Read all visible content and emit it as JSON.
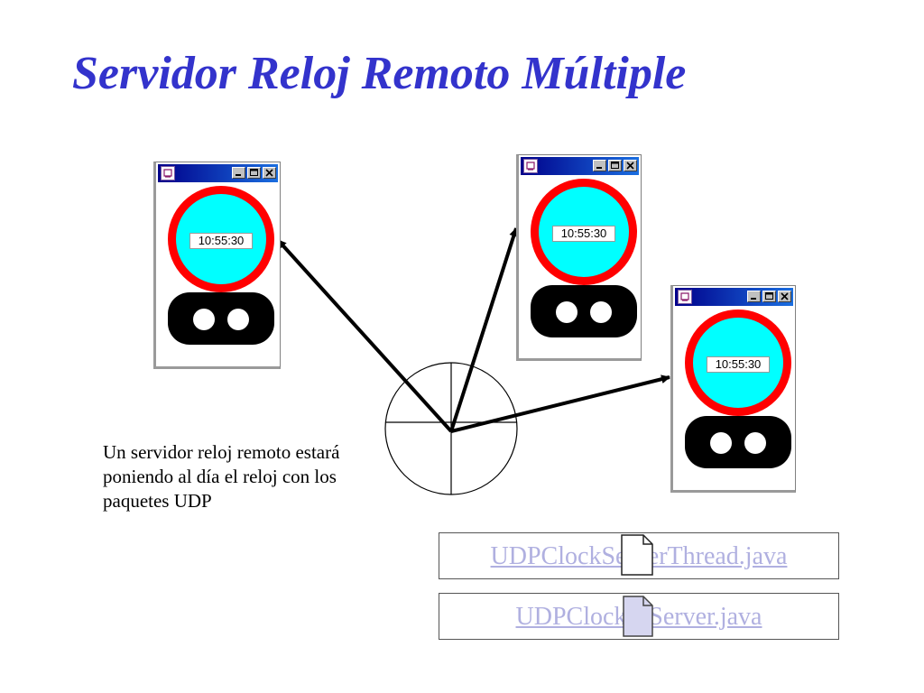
{
  "slide": {
    "title": "Servidor Reloj Remoto Múltiple",
    "caption": "Un servidor reloj remoto estará poniendo al día el reloj con los paquetes UDP"
  },
  "clock_windows": [
    {
      "time": "10:55:30"
    },
    {
      "time": "10:55:30"
    },
    {
      "time": "10:55:30"
    }
  ],
  "links": [
    {
      "label": "UDPClockServerThread.java",
      "icon": "document-icon"
    },
    {
      "label": "UDPClockMServer.java",
      "icon": "document-icon"
    }
  ],
  "colors": {
    "title": "#3333cc",
    "clock_ring": "#ff0000",
    "clock_face": "#00ffff",
    "link_text": "#b0b0e0",
    "titlebar_start": "#00008a",
    "titlebar_end": "#1a6ee0"
  }
}
